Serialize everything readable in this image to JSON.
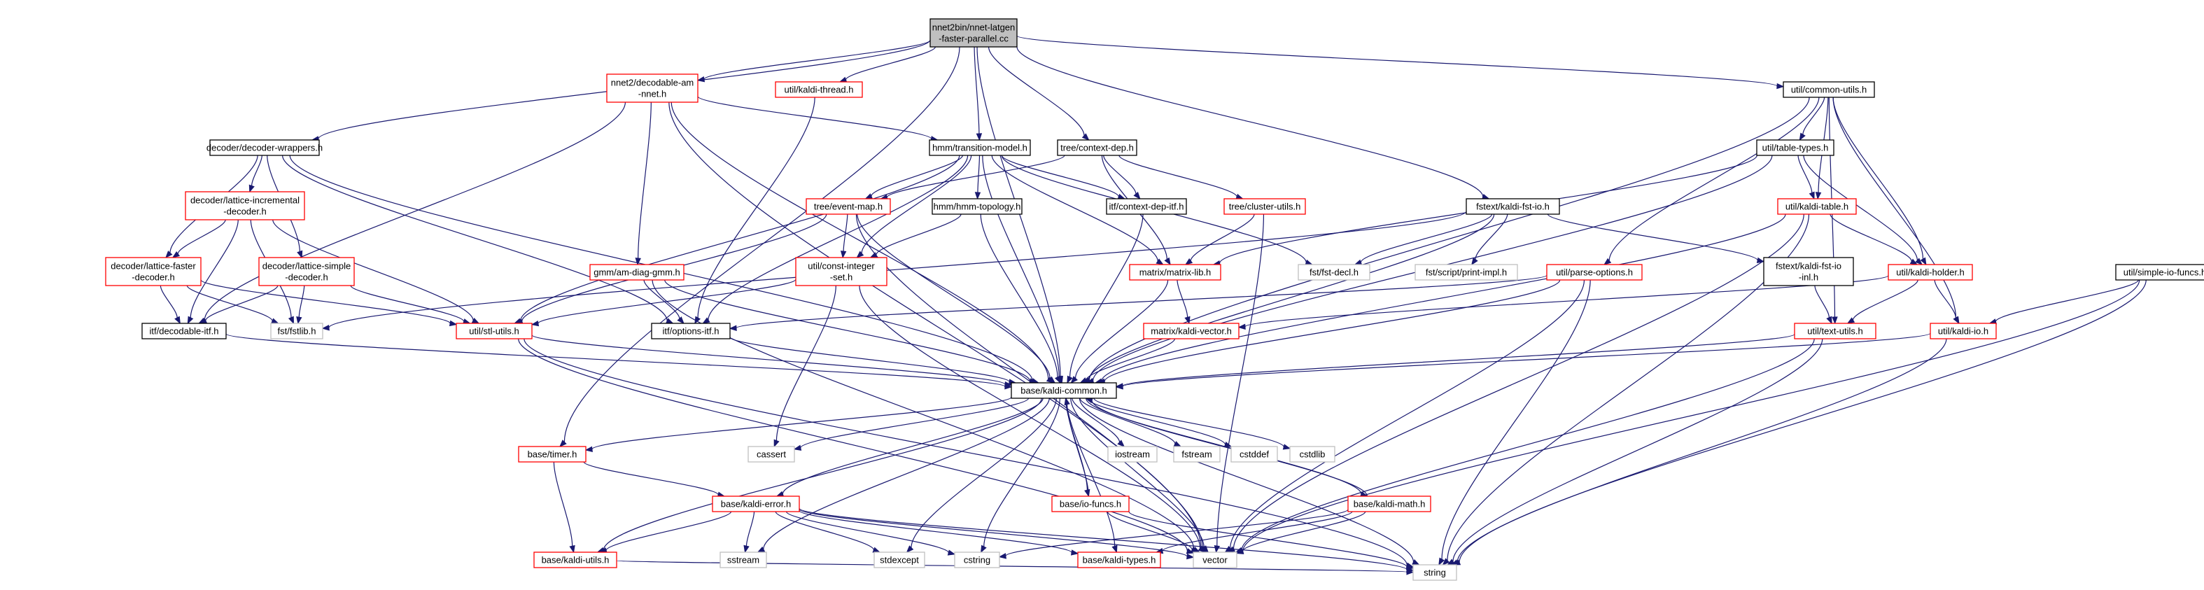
{
  "colors": {
    "edge": "#191970",
    "border_documented": "#000000",
    "border_undocumented": "#ff0000",
    "border_system": "#bfbfbf",
    "root_fill": "#bfbfbf",
    "text": "#000000"
  },
  "nodes": [
    {
      "id": "root",
      "lines": [
        "nnet2bin/nnet-latgen",
        "-faster-parallel.cc"
      ],
      "kind": "root"
    },
    {
      "id": "decodable_am_nnet",
      "lines": [
        "nnet2/decodable-am",
        "-nnet.h"
      ],
      "kind": "undocumented"
    },
    {
      "id": "kaldi_thread",
      "lines": [
        "util/kaldi-thread.h"
      ],
      "kind": "undocumented"
    },
    {
      "id": "common_utils",
      "lines": [
        "util/common-utils.h"
      ],
      "kind": "documented"
    },
    {
      "id": "decoder_wrappers",
      "lines": [
        "decoder/decoder-wrappers.h"
      ],
      "kind": "documented"
    },
    {
      "id": "transition_model",
      "lines": [
        "hmm/transition-model.h"
      ],
      "kind": "documented"
    },
    {
      "id": "context_dep",
      "lines": [
        "tree/context-dep.h"
      ],
      "kind": "documented"
    },
    {
      "id": "table_types",
      "lines": [
        "util/table-types.h"
      ],
      "kind": "documented"
    },
    {
      "id": "lattice_incremental",
      "lines": [
        "decoder/lattice-incremental",
        "-decoder.h"
      ],
      "kind": "undocumented"
    },
    {
      "id": "event_map",
      "lines": [
        "tree/event-map.h"
      ],
      "kind": "undocumented"
    },
    {
      "id": "hmm_topology",
      "lines": [
        "hmm/hmm-topology.h"
      ],
      "kind": "documented"
    },
    {
      "id": "context_dep_itf",
      "lines": [
        "itf/context-dep-itf.h"
      ],
      "kind": "documented"
    },
    {
      "id": "cluster_utils",
      "lines": [
        "tree/cluster-utils.h"
      ],
      "kind": "undocumented"
    },
    {
      "id": "kaldi_fst_io",
      "lines": [
        "fstext/kaldi-fst-io.h"
      ],
      "kind": "documented"
    },
    {
      "id": "kaldi_table",
      "lines": [
        "util/kaldi-table.h"
      ],
      "kind": "undocumented"
    },
    {
      "id": "lattice_faster",
      "lines": [
        "decoder/lattice-faster",
        "-decoder.h"
      ],
      "kind": "undocumented"
    },
    {
      "id": "lattice_simple",
      "lines": [
        "decoder/lattice-simple",
        "-decoder.h"
      ],
      "kind": "undocumented"
    },
    {
      "id": "am_diag_gmm",
      "lines": [
        "gmm/am-diag-gmm.h"
      ],
      "kind": "undocumented"
    },
    {
      "id": "const_integer_set",
      "lines": [
        "util/const-integer",
        "-set.h"
      ],
      "kind": "undocumented"
    },
    {
      "id": "matrix_lib",
      "lines": [
        "matrix/matrix-lib.h"
      ],
      "kind": "undocumented"
    },
    {
      "id": "fst_decl",
      "lines": [
        "fst/fst-decl.h"
      ],
      "kind": "system"
    },
    {
      "id": "print_impl",
      "lines": [
        "fst/script/print-impl.h"
      ],
      "kind": "system"
    },
    {
      "id": "parse_options",
      "lines": [
        "util/parse-options.h"
      ],
      "kind": "undocumented"
    },
    {
      "id": "kaldi_fst_io_inl",
      "lines": [
        "fstext/kaldi-fst-io",
        "-inl.h"
      ],
      "kind": "documented"
    },
    {
      "id": "kaldi_holder",
      "lines": [
        "util/kaldi-holder.h"
      ],
      "kind": "undocumented"
    },
    {
      "id": "simple_io_funcs",
      "lines": [
        "util/simple-io-funcs.h"
      ],
      "kind": "documented"
    },
    {
      "id": "decodable_itf",
      "lines": [
        "itf/decodable-itf.h"
      ],
      "kind": "documented"
    },
    {
      "id": "fstlib",
      "lines": [
        "fst/fstlib.h"
      ],
      "kind": "system"
    },
    {
      "id": "stl_utils",
      "lines": [
        "util/stl-utils.h"
      ],
      "kind": "undocumented"
    },
    {
      "id": "options_itf",
      "lines": [
        "itf/options-itf.h"
      ],
      "kind": "documented"
    },
    {
      "id": "kaldi_vector",
      "lines": [
        "matrix/kaldi-vector.h"
      ],
      "kind": "undocumented"
    },
    {
      "id": "text_utils",
      "lines": [
        "util/text-utils.h"
      ],
      "kind": "undocumented"
    },
    {
      "id": "kaldi_io",
      "lines": [
        "util/kaldi-io.h"
      ],
      "kind": "undocumented"
    },
    {
      "id": "kaldi_common",
      "lines": [
        "base/kaldi-common.h"
      ],
      "kind": "documented"
    },
    {
      "id": "timer",
      "lines": [
        "base/timer.h"
      ],
      "kind": "undocumented"
    },
    {
      "id": "cassert",
      "lines": [
        "cassert"
      ],
      "kind": "system"
    },
    {
      "id": "iostream",
      "lines": [
        "iostream"
      ],
      "kind": "system"
    },
    {
      "id": "fstream",
      "lines": [
        "fstream"
      ],
      "kind": "system"
    },
    {
      "id": "cstddef",
      "lines": [
        "cstddef"
      ],
      "kind": "system"
    },
    {
      "id": "cstdlib",
      "lines": [
        "cstdlib"
      ],
      "kind": "system"
    },
    {
      "id": "io_funcs",
      "lines": [
        "base/io-funcs.h"
      ],
      "kind": "undocumented"
    },
    {
      "id": "kaldi_math",
      "lines": [
        "base/kaldi-math.h"
      ],
      "kind": "undocumented"
    },
    {
      "id": "kaldi_error",
      "lines": [
        "base/kaldi-error.h"
      ],
      "kind": "undocumented"
    },
    {
      "id": "kaldi_utils",
      "lines": [
        "base/kaldi-utils.h"
      ],
      "kind": "undocumented"
    },
    {
      "id": "sstream",
      "lines": [
        "sstream"
      ],
      "kind": "system"
    },
    {
      "id": "stdexcept",
      "lines": [
        "stdexcept"
      ],
      "kind": "system"
    },
    {
      "id": "cstring",
      "lines": [
        "cstring"
      ],
      "kind": "system"
    },
    {
      "id": "kaldi_types",
      "lines": [
        "base/kaldi-types.h"
      ],
      "kind": "undocumented"
    },
    {
      "id": "vector",
      "lines": [
        "vector"
      ],
      "kind": "system"
    },
    {
      "id": "string",
      "lines": [
        "string"
      ],
      "kind": "system"
    }
  ],
  "edges": [
    [
      "root",
      "decodable_am_nnet"
    ],
    [
      "root",
      "kaldi_thread"
    ],
    [
      "root",
      "common_utils"
    ],
    [
      "root",
      "decoder_wrappers"
    ],
    [
      "root",
      "transition_model"
    ],
    [
      "root",
      "context_dep"
    ],
    [
      "root",
      "kaldi_fst_io"
    ],
    [
      "root",
      "timer"
    ],
    [
      "root",
      "kaldi_common"
    ],
    [
      "decodable_am_nnet",
      "transition_model"
    ],
    [
      "decodable_am_nnet",
      "am_diag_gmm"
    ],
    [
      "decodable_am_nnet",
      "decodable_itf"
    ],
    [
      "decodable_am_nnet",
      "kaldi_common"
    ],
    [
      "decodable_am_nnet",
      "vector"
    ],
    [
      "kaldi_thread",
      "options_itf"
    ],
    [
      "common_utils",
      "parse_options"
    ],
    [
      "common_utils",
      "table_types"
    ],
    [
      "common_utils",
      "kaldi_table"
    ],
    [
      "common_utils",
      "kaldi_holder"
    ],
    [
      "common_utils",
      "kaldi_io"
    ],
    [
      "common_utils",
      "text_utils"
    ],
    [
      "common_utils",
      "kaldi_common"
    ],
    [
      "decoder_wrappers",
      "lattice_incremental"
    ],
    [
      "decoder_wrappers",
      "lattice_simple"
    ],
    [
      "decoder_wrappers",
      "lattice_faster"
    ],
    [
      "decoder_wrappers",
      "options_itf"
    ],
    [
      "decoder_wrappers",
      "kaldi_common"
    ],
    [
      "transition_model",
      "event_map"
    ],
    [
      "transition_model",
      "hmm_topology"
    ],
    [
      "transition_model",
      "context_dep_itf"
    ],
    [
      "transition_model",
      "const_integer_set"
    ],
    [
      "transition_model",
      "stl_utils"
    ],
    [
      "transition_model",
      "matrix_lib"
    ],
    [
      "transition_model",
      "options_itf"
    ],
    [
      "transition_model",
      "kaldi_common"
    ],
    [
      "transition_model",
      "fst_decl"
    ],
    [
      "context_dep",
      "event_map"
    ],
    [
      "context_dep",
      "cluster_utils"
    ],
    [
      "context_dep",
      "context_dep_itf"
    ],
    [
      "context_dep",
      "matrix_lib"
    ],
    [
      "table_types",
      "kaldi_table"
    ],
    [
      "table_types",
      "kaldi_holder"
    ],
    [
      "table_types",
      "matrix_lib"
    ],
    [
      "table_types",
      "kaldi_common"
    ],
    [
      "lattice_incremental",
      "lattice_faster"
    ],
    [
      "lattice_incremental",
      "decodable_itf"
    ],
    [
      "lattice_incremental",
      "fstlib"
    ],
    [
      "lattice_incremental",
      "stl_utils"
    ],
    [
      "event_map",
      "stl_utils"
    ],
    [
      "event_map",
      "const_integer_set"
    ],
    [
      "event_map",
      "kaldi_common"
    ],
    [
      "event_map",
      "vector"
    ],
    [
      "hmm_topology",
      "const_integer_set"
    ],
    [
      "hmm_topology",
      "kaldi_common"
    ],
    [
      "context_dep_itf",
      "kaldi_common"
    ],
    [
      "cluster_utils",
      "matrix_lib"
    ],
    [
      "cluster_utils",
      "vector"
    ],
    [
      "kaldi_fst_io",
      "fst_decl"
    ],
    [
      "kaldi_fst_io",
      "print_impl"
    ],
    [
      "kaldi_fst_io",
      "kaldi_fst_io_inl"
    ],
    [
      "kaldi_fst_io",
      "kaldi_common"
    ],
    [
      "kaldi_fst_io",
      "fstlib"
    ],
    [
      "kaldi_table",
      "kaldi_holder"
    ],
    [
      "kaldi_table",
      "kaldi_common"
    ],
    [
      "kaldi_table",
      "vector"
    ],
    [
      "kaldi_table",
      "string"
    ],
    [
      "lattice_faster",
      "decodable_itf"
    ],
    [
      "lattice_faster",
      "stl_utils"
    ],
    [
      "lattice_faster",
      "fstlib"
    ],
    [
      "lattice_simple",
      "decodable_itf"
    ],
    [
      "lattice_simple",
      "fstlib"
    ],
    [
      "lattice_simple",
      "stl_utils"
    ],
    [
      "am_diag_gmm",
      "options_itf"
    ],
    [
      "am_diag_gmm",
      "kaldi_common"
    ],
    [
      "am_diag_gmm",
      "vector"
    ],
    [
      "const_integer_set",
      "stl_utils"
    ],
    [
      "const_integer_set",
      "cassert"
    ],
    [
      "const_integer_set",
      "vector"
    ],
    [
      "matrix_lib",
      "kaldi_vector"
    ],
    [
      "matrix_lib",
      "kaldi_common"
    ],
    [
      "parse_options",
      "options_itf"
    ],
    [
      "parse_options",
      "kaldi_common"
    ],
    [
      "parse_options",
      "vector"
    ],
    [
      "parse_options",
      "string"
    ],
    [
      "kaldi_fst_io_inl",
      "text_utils"
    ],
    [
      "kaldi_holder",
      "kaldi_vector"
    ],
    [
      "kaldi_holder",
      "text_utils"
    ],
    [
      "kaldi_holder",
      "kaldi_io"
    ],
    [
      "simple_io_funcs",
      "kaldi_io"
    ],
    [
      "simple_io_funcs",
      "vector"
    ],
    [
      "simple_io_funcs",
      "string"
    ],
    [
      "decodable_itf",
      "kaldi_common"
    ],
    [
      "stl_utils",
      "kaldi_common"
    ],
    [
      "stl_utils",
      "vector"
    ],
    [
      "stl_utils",
      "string"
    ],
    [
      "options_itf",
      "kaldi_common"
    ],
    [
      "kaldi_vector",
      "kaldi_common"
    ],
    [
      "text_utils",
      "kaldi_common"
    ],
    [
      "text_utils",
      "vector"
    ],
    [
      "text_utils",
      "string"
    ],
    [
      "kaldi_io",
      "kaldi_common"
    ],
    [
      "kaldi_io",
      "string"
    ],
    [
      "kaldi_common",
      "timer"
    ],
    [
      "kaldi_common",
      "cassert"
    ],
    [
      "kaldi_common",
      "iostream"
    ],
    [
      "kaldi_common",
      "fstream"
    ],
    [
      "kaldi_common",
      "cstddef"
    ],
    [
      "kaldi_common",
      "cstdlib"
    ],
    [
      "kaldi_common",
      "io_funcs"
    ],
    [
      "kaldi_common",
      "kaldi_math"
    ],
    [
      "kaldi_common",
      "kaldi_error"
    ],
    [
      "kaldi_common",
      "kaldi_utils"
    ],
    [
      "kaldi_common",
      "sstream"
    ],
    [
      "kaldi_common",
      "stdexcept"
    ],
    [
      "kaldi_common",
      "cstring"
    ],
    [
      "kaldi_common",
      "kaldi_types"
    ],
    [
      "kaldi_common",
      "vector"
    ],
    [
      "kaldi_common",
      "string"
    ],
    [
      "timer",
      "kaldi_error"
    ],
    [
      "timer",
      "kaldi_utils"
    ],
    [
      "io_funcs",
      "kaldi_common"
    ],
    [
      "io_funcs",
      "vector"
    ],
    [
      "io_funcs",
      "string"
    ],
    [
      "kaldi_math",
      "kaldi_common"
    ],
    [
      "kaldi_math",
      "kaldi_types"
    ],
    [
      "kaldi_math",
      "vector"
    ],
    [
      "kaldi_math",
      "cstring"
    ],
    [
      "kaldi_error",
      "kaldi_utils"
    ],
    [
      "kaldi_error",
      "kaldi_types"
    ],
    [
      "kaldi_error",
      "sstream"
    ],
    [
      "kaldi_error",
      "stdexcept"
    ],
    [
      "kaldi_error",
      "cstring"
    ],
    [
      "kaldi_error",
      "vector"
    ],
    [
      "kaldi_error",
      "string"
    ],
    [
      "kaldi_utils",
      "string"
    ]
  ]
}
